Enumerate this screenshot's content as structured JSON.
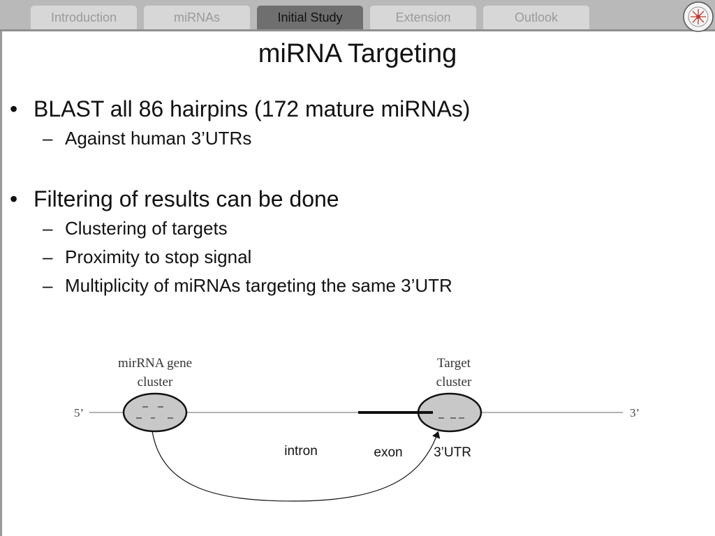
{
  "nav": {
    "tabs": [
      {
        "label": "Introduction",
        "active": false
      },
      {
        "label": "miRNAs",
        "active": false
      },
      {
        "label": "Initial Study",
        "active": true
      },
      {
        "label": "Extension",
        "active": false
      },
      {
        "label": "Outlook",
        "active": false
      }
    ]
  },
  "slide": {
    "title": "miRNA Targeting",
    "bullets": [
      {
        "text": "BLAST all 86 hairpins (172 mature miRNAs)",
        "sub": [
          "Against human 3’UTRs"
        ]
      },
      {
        "text": "Filtering of results can be done",
        "sub": [
          "Clustering of targets",
          "Proximity to stop signal",
          "Multiplicity of miRNAs targeting the same 3’UTR"
        ]
      }
    ]
  },
  "diagram": {
    "left_cluster_label_1": "mirRNA gene",
    "left_cluster_label_2": "cluster",
    "right_cluster_label_1": "Target",
    "right_cluster_label_2": "cluster",
    "five_prime": "5’",
    "three_prime": "3’",
    "intron": "intron",
    "exon": "exon",
    "utr": "3’UTR"
  },
  "colors": {
    "topbar": "#b9b9b9",
    "tab_inactive": "#d7d7d7",
    "tab_active": "#6f6f6f",
    "cluster_fill": "#c8c8c8",
    "logo_accent": "#c0392b"
  }
}
